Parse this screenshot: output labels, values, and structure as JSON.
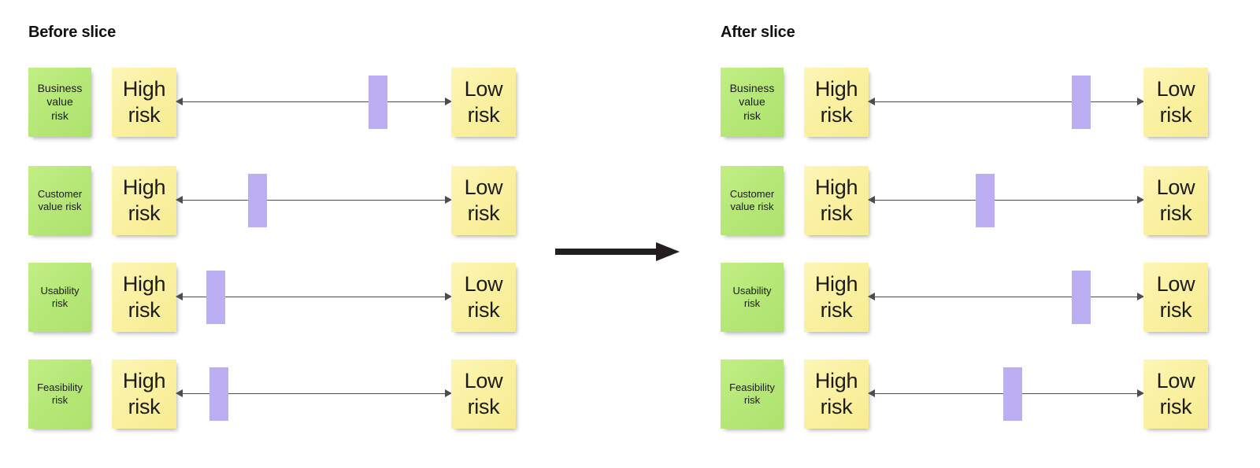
{
  "panels": [
    {
      "id": "before",
      "title": "Before slice",
      "rows": [
        {
          "category": "Business value risk",
          "category_lines": [
            "Business",
            "value",
            "risk"
          ],
          "high_label": "High risk",
          "low_label": "Low risk",
          "marker_position_pct": 70
        },
        {
          "category": "Customer value risk",
          "category_lines": [
            "Customer",
            "value risk"
          ],
          "high_label": "High risk",
          "low_label": "Low risk",
          "marker_position_pct": 26
        },
        {
          "category": "Usability risk",
          "category_lines": [
            "Usability",
            "risk"
          ],
          "high_label": "High risk",
          "low_label": "Low risk",
          "marker_position_pct": 11
        },
        {
          "category": "Feasibility risk",
          "category_lines": [
            "Feasibility",
            "risk"
          ],
          "high_label": "High risk",
          "low_label": "Low risk",
          "marker_position_pct": 12
        }
      ]
    },
    {
      "id": "after",
      "title": "After slice",
      "rows": [
        {
          "category": "Business value risk",
          "category_lines": [
            "Business",
            "value",
            "risk"
          ],
          "high_label": "High risk",
          "low_label": "Low risk",
          "marker_position_pct": 74
        },
        {
          "category": "Customer value risk",
          "category_lines": [
            "Customer",
            "value risk"
          ],
          "high_label": "High risk",
          "low_label": "Low risk",
          "marker_position_pct": 39
        },
        {
          "category": "Usability risk",
          "category_lines": [
            "Usability",
            "risk"
          ],
          "high_label": "High risk",
          "low_label": "Low risk",
          "marker_position_pct": 74
        },
        {
          "category": "Feasibility risk",
          "category_lines": [
            "Feasibility",
            "risk"
          ],
          "high_label": "High risk",
          "low_label": "Low risk",
          "marker_position_pct": 49
        }
      ]
    }
  ],
  "transition": {
    "direction": "right",
    "color": "#231f20"
  },
  "colors": {
    "note_green": "#b6e878",
    "note_yellow": "#faf0a0",
    "marker_purple": "#bcaef2",
    "scale_line": "#4c4c52",
    "text": "#1c1c1c"
  }
}
